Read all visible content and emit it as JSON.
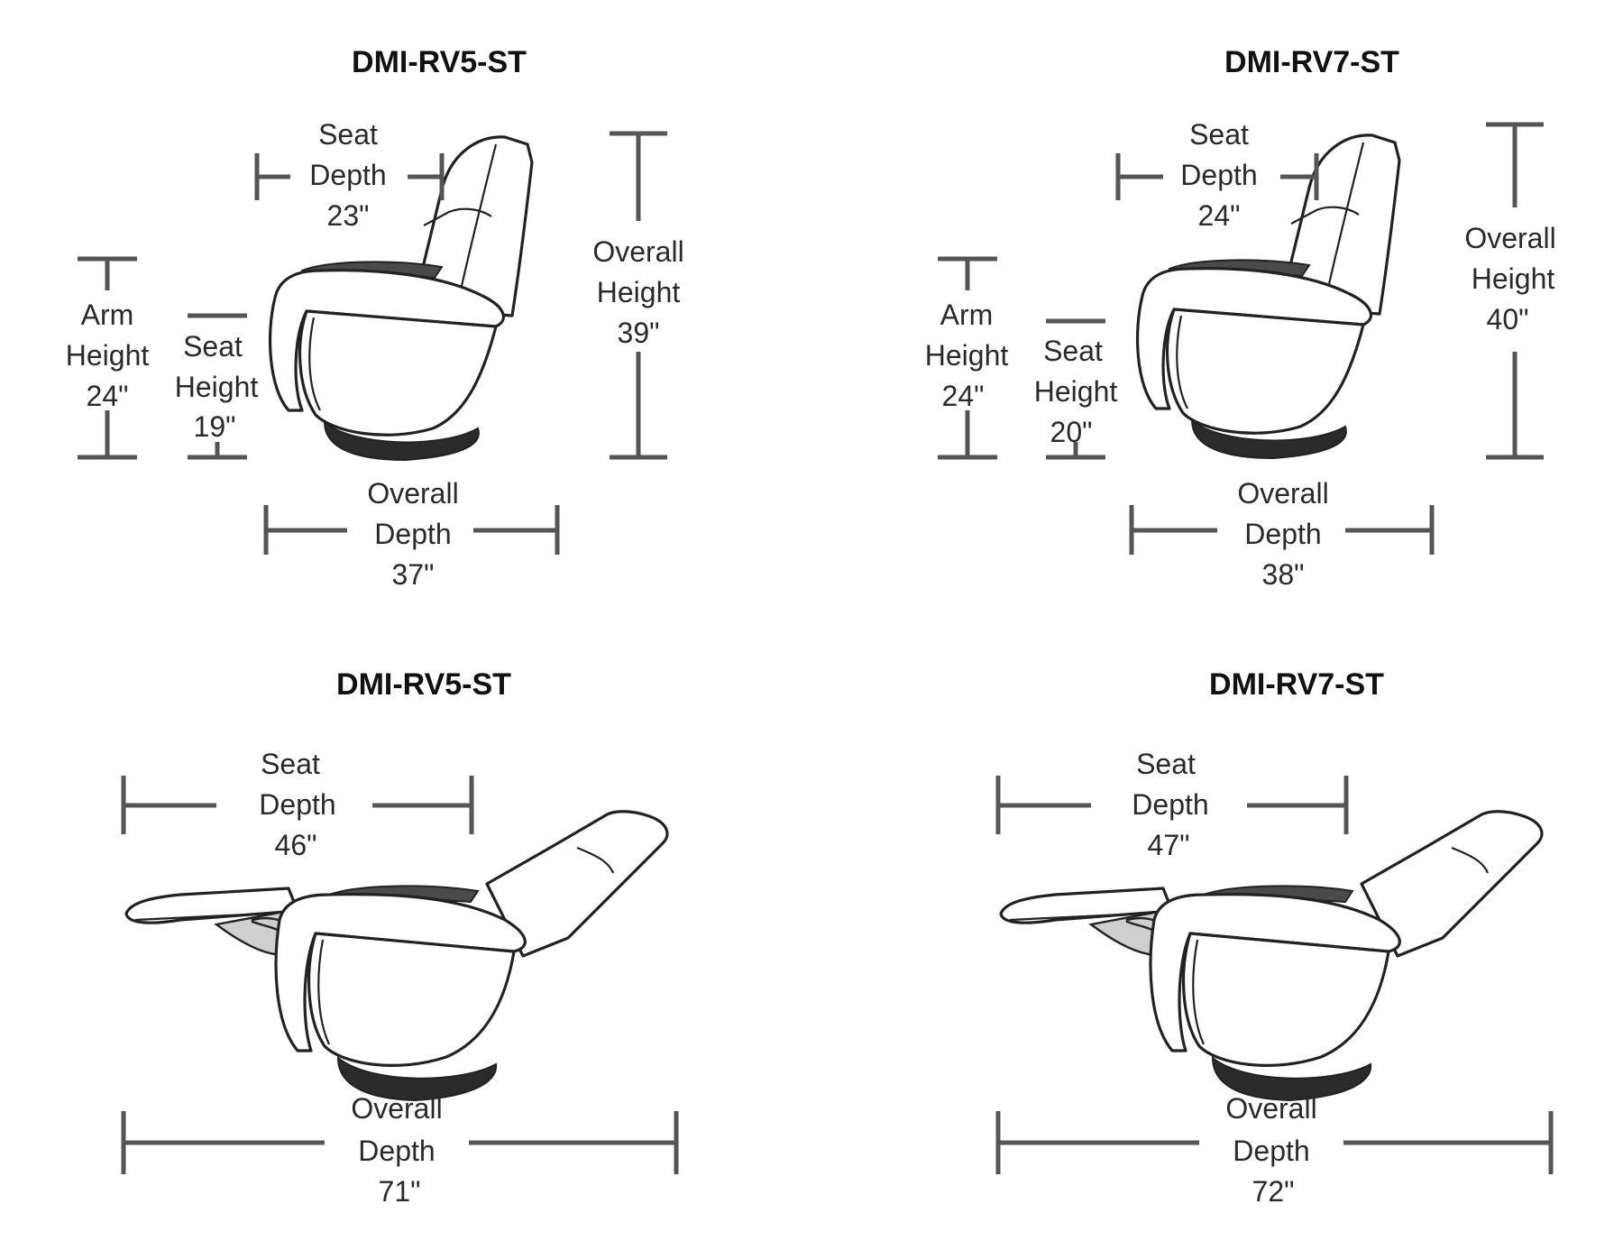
{
  "panels": [
    {
      "title": "DMI-RV5-ST",
      "dimensions": {
        "seat_depth": {
          "label": [
            "Seat",
            "Depth"
          ],
          "value": "23\""
        },
        "overall_height": {
          "label": [
            "Overall",
            "Height"
          ],
          "value": "39\""
        },
        "arm_height": {
          "label": [
            "Arm",
            "Height"
          ],
          "value": "24\""
        },
        "seat_height": {
          "label": [
            "Seat",
            "Height"
          ],
          "value": "19\""
        },
        "overall_depth": {
          "label": [
            "Overall",
            "Depth"
          ],
          "value": "37\""
        }
      }
    },
    {
      "title": "DMI-RV7-ST",
      "dimensions": {
        "seat_depth": {
          "label": [
            "Seat",
            "Depth"
          ],
          "value": "24\""
        },
        "overall_height": {
          "label": [
            "Overall",
            "Height"
          ],
          "value": "40\""
        },
        "arm_height": {
          "label": [
            "Arm",
            "Height"
          ],
          "value": "24\""
        },
        "seat_height": {
          "label": [
            "Seat",
            "Height"
          ],
          "value": "20\""
        },
        "overall_depth": {
          "label": [
            "Overall",
            "Depth"
          ],
          "value": "38\""
        }
      }
    },
    {
      "title": "DMI-RV5-ST",
      "dimensions": {
        "seat_depth": {
          "label": [
            "Seat",
            "Depth"
          ],
          "value": "46\""
        },
        "overall_depth": {
          "label": [
            "Overall",
            "Depth"
          ],
          "value": "71\""
        }
      }
    },
    {
      "title": "DMI-RV7-ST",
      "dimensions": {
        "seat_depth": {
          "label": [
            "Seat",
            "Depth"
          ],
          "value": "47\""
        },
        "overall_depth": {
          "label": [
            "Overall",
            "Depth"
          ],
          "value": "72\""
        }
      }
    }
  ]
}
